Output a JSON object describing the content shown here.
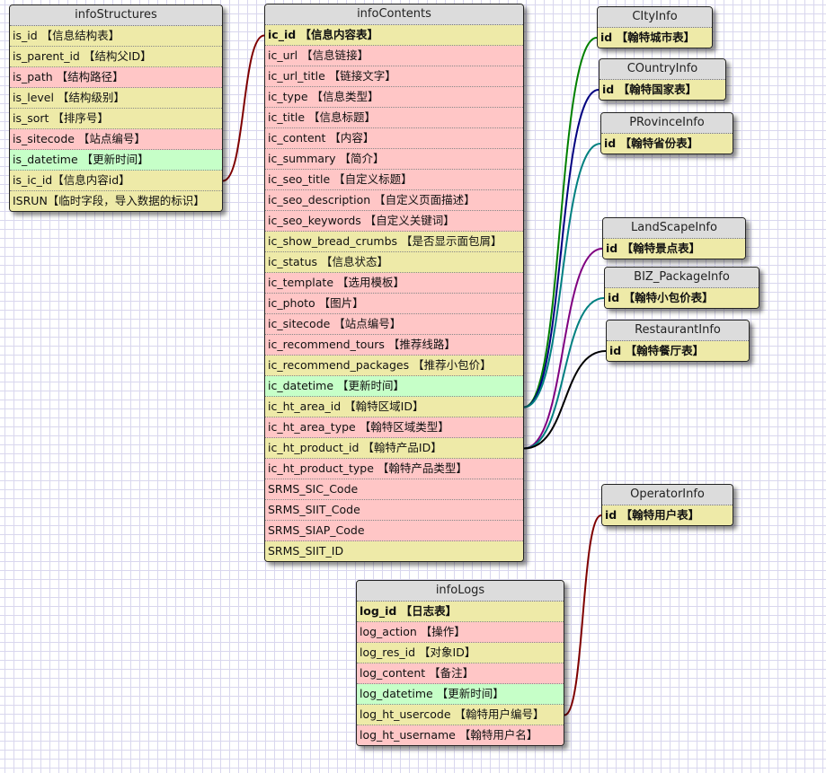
{
  "colors": {
    "key_field": "#eeeaa8",
    "normal_field": "#ffc6c6",
    "datetime_field": "#c6ffc8",
    "header": "#dcdcdc"
  },
  "tables": {
    "infoStructures": {
      "title": "infoStructures",
      "fields": [
        {
          "text": "is_id 【信息结构表】",
          "kind": "y"
        },
        {
          "text": "is_parent_id 【结构父ID】",
          "kind": "y"
        },
        {
          "text": "is_path 【结构路径】",
          "kind": "p"
        },
        {
          "text": "is_level 【结构级别】",
          "kind": "y"
        },
        {
          "text": "is_sort 【排序号】",
          "kind": "y"
        },
        {
          "text": "is_sitecode 【站点编号】",
          "kind": "p"
        },
        {
          "text": "is_datetime 【更新时间】",
          "kind": "g"
        },
        {
          "text": "is_ic_id【信息内容id】",
          "kind": "y"
        },
        {
          "text": "ISRUN【临时字段，导入数据的标识】",
          "kind": "y"
        }
      ]
    },
    "infoContents": {
      "title": "infoContents",
      "fields": [
        {
          "text": "ic_id 【信息内容表】",
          "kind": "y",
          "pk": true
        },
        {
          "text": "ic_url 【信息链接】",
          "kind": "p"
        },
        {
          "text": "ic_url_title 【链接文字】",
          "kind": "p"
        },
        {
          "text": "ic_type 【信息类型】",
          "kind": "p"
        },
        {
          "text": "ic_title 【信息标题】",
          "kind": "p"
        },
        {
          "text": "ic_content 【内容】",
          "kind": "p"
        },
        {
          "text": "ic_summary 【简介】",
          "kind": "p"
        },
        {
          "text": "ic_seo_title 【自定义标题】",
          "kind": "p"
        },
        {
          "text": "ic_seo_description 【自定义页面描述】",
          "kind": "p"
        },
        {
          "text": "ic_seo_keywords 【自定义关键词】",
          "kind": "p"
        },
        {
          "text": "ic_show_bread_crumbs 【是否显示面包屑】",
          "kind": "y"
        },
        {
          "text": "ic_status 【信息状态】",
          "kind": "y"
        },
        {
          "text": "ic_template 【选用模板】",
          "kind": "p"
        },
        {
          "text": "ic_photo 【图片】",
          "kind": "p"
        },
        {
          "text": "ic_sitecode 【站点编号】",
          "kind": "p"
        },
        {
          "text": "ic_recommend_tours 【推荐线路】",
          "kind": "p"
        },
        {
          "text": "ic_recommend_packages 【推荐小包价】",
          "kind": "y"
        },
        {
          "text": "ic_datetime 【更新时间】",
          "kind": "g"
        },
        {
          "text": "ic_ht_area_id 【翰特区域ID】",
          "kind": "y"
        },
        {
          "text": "ic_ht_area_type 【翰特区域类型】",
          "kind": "p"
        },
        {
          "text": "ic_ht_product_id 【翰特产品ID】",
          "kind": "y"
        },
        {
          "text": "ic_ht_product_type 【翰特产品类型】",
          "kind": "p"
        },
        {
          "text": "SRMS_SIC_Code",
          "kind": "p"
        },
        {
          "text": "SRMS_SIIT_Code",
          "kind": "p"
        },
        {
          "text": "SRMS_SIAP_Code",
          "kind": "p"
        },
        {
          "text": "SRMS_SIIT_ID",
          "kind": "y"
        }
      ]
    },
    "infoLogs": {
      "title": "infoLogs",
      "fields": [
        {
          "text": "log_id 【日志表】",
          "kind": "y",
          "pk": true
        },
        {
          "text": "log_action 【操作】",
          "kind": "p"
        },
        {
          "text": "log_res_id 【对象ID】",
          "kind": "y"
        },
        {
          "text": "log_content 【备注】",
          "kind": "p"
        },
        {
          "text": "log_datetime 【更新时间】",
          "kind": "g"
        },
        {
          "text": "log_ht_usercode 【翰特用户编号】",
          "kind": "y"
        },
        {
          "text": "log_ht_username 【翰特用户名】",
          "kind": "p"
        }
      ]
    },
    "CItyInfo": {
      "title": "CItyInfo",
      "fields": [
        {
          "text": "id 【翰特城市表】",
          "kind": "y",
          "pk": true
        }
      ]
    },
    "COuntryInfo": {
      "title": "COuntryInfo",
      "fields": [
        {
          "text": "id 【翰特国家表】",
          "kind": "y",
          "pk": true
        }
      ]
    },
    "PRovinceInfo": {
      "title": "PRovinceInfo",
      "fields": [
        {
          "text": "id 【翰特省份表】",
          "kind": "y",
          "pk": true
        }
      ]
    },
    "LandScapeInfo": {
      "title": "LandScapeInfo",
      "fields": [
        {
          "text": "id 【翰特景点表】",
          "kind": "y",
          "pk": true
        }
      ]
    },
    "BIZ_PackageInfo": {
      "title": "BIZ_PackageInfo",
      "fields": [
        {
          "text": "id 【翰特小包价表】",
          "kind": "y",
          "pk": true
        }
      ]
    },
    "RestaurantInfo": {
      "title": "RestaurantInfo",
      "fields": [
        {
          "text": "id 【翰特餐厅表】",
          "kind": "y",
          "pk": true
        }
      ]
    },
    "OperatorInfo": {
      "title": "OperatorInfo",
      "fields": [
        {
          "text": "id 【翰特用户表】",
          "kind": "y",
          "pk": true
        }
      ]
    }
  },
  "relations": [
    {
      "from": "infoStructures.is_ic_id",
      "to": "infoContents.ic_id",
      "color": "#7f0000"
    },
    {
      "from": "infoContents.ic_ht_area_id",
      "to": "CItyInfo.id",
      "color": "#008000"
    },
    {
      "from": "infoContents.ic_ht_area_id",
      "to": "COuntryInfo.id",
      "color": "#000080"
    },
    {
      "from": "infoContents.ic_ht_area_id",
      "to": "PRovinceInfo.id",
      "color": "#008080"
    },
    {
      "from": "infoContents.ic_ht_product_id",
      "to": "LandScapeInfo.id",
      "color": "#800080"
    },
    {
      "from": "infoContents.ic_ht_product_id",
      "to": "BIZ_PackageInfo.id",
      "color": "#008080"
    },
    {
      "from": "infoContents.ic_ht_product_id",
      "to": "RestaurantInfo.id",
      "color": "#000000"
    },
    {
      "from": "infoLogs.log_ht_usercode",
      "to": "OperatorInfo.id",
      "color": "#7f0000"
    }
  ]
}
